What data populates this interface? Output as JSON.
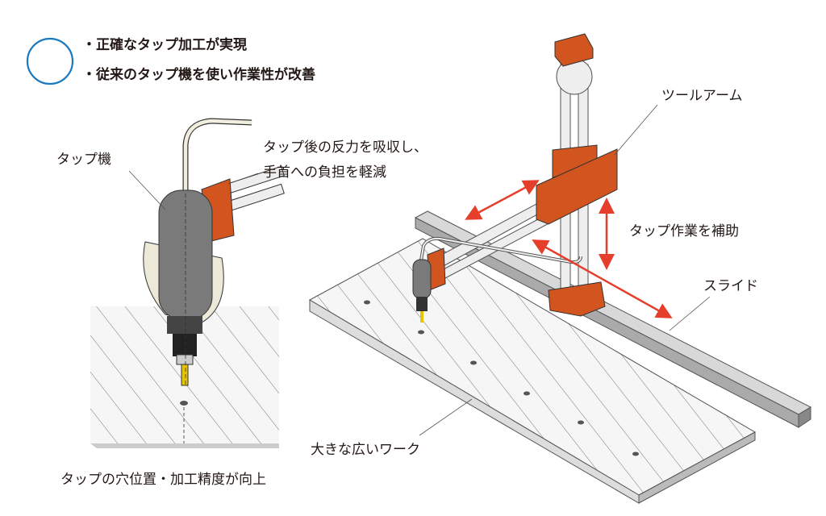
{
  "benefits": {
    "mark_color": "#1a7ac0",
    "items": [
      "・正確なタップ加工が実現",
      "・従来のタップ機を使い作業性が改善"
    ]
  },
  "labels": {
    "tap_machine": "タップ機",
    "absorb_line1": "タップ後の反力を吸収し、",
    "absorb_line2": "手首への負担を軽減",
    "tool_arm": "ツールアーム",
    "assist": "タップ作業を補助",
    "slide": "スライド",
    "workpiece": "大きな広いワーク",
    "precision": "タップの穴位置・加工精度が向上"
  },
  "colors": {
    "arm_block": "#d2541e",
    "arrow": "#e53f2b"
  }
}
